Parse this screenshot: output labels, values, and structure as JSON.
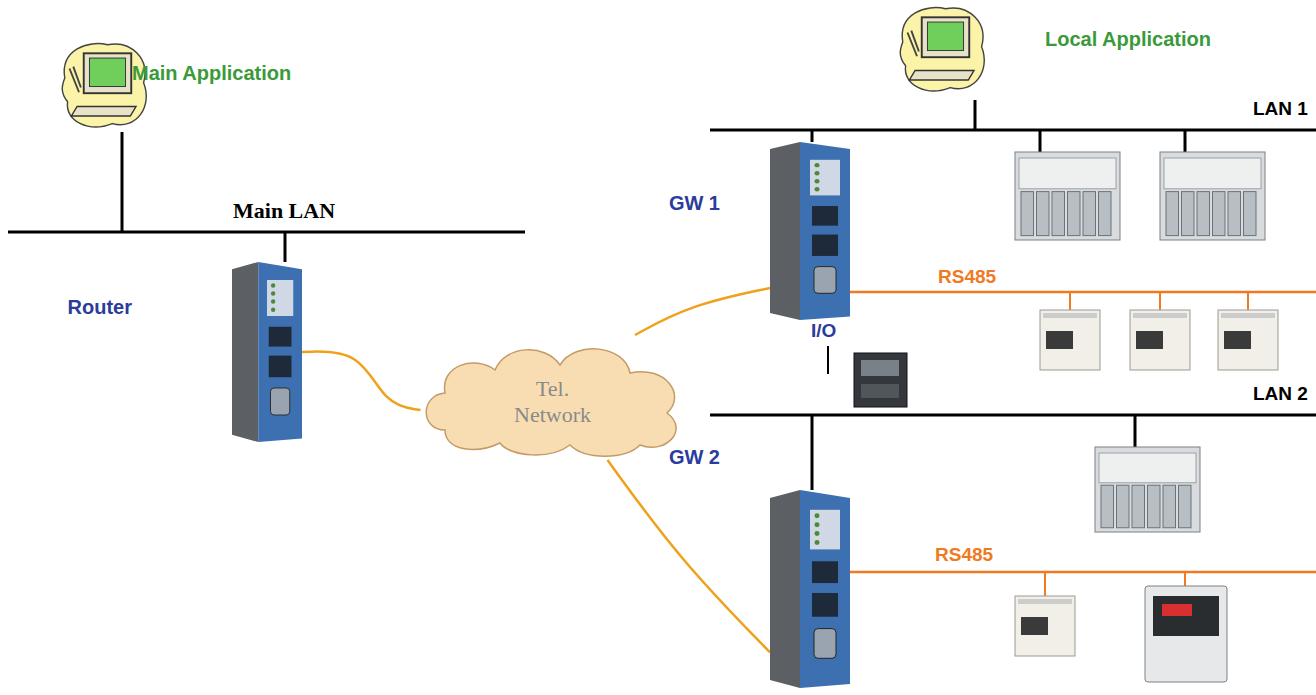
{
  "diagram": {
    "nodes": [
      {
        "text": [
          "Main Application"
        ]
      },
      {
        "text": [
          "Router"
        ]
      },
      {
        "text": [
          "Tel. Network"
        ]
      },
      {
        "text": [
          "GW 1"
        ]
      },
      {
        "text": [
          "GW 2"
        ]
      },
      {
        "text": [
          "Local Application"
        ]
      },
      {
        "text": [
          "I/O"
        ]
      }
    ],
    "edges": [
      {
        "from": 1,
        "to": 2,
        "arrow": "none"
      },
      {
        "from": 2,
        "to": 3,
        "arrow": "none"
      },
      {
        "from": 2,
        "to": 4,
        "arrow": "none"
      }
    ],
    "labels": [
      "Main LAN",
      "LAN 1",
      "LAN 2",
      "RS485",
      "RS485"
    ]
  }
}
